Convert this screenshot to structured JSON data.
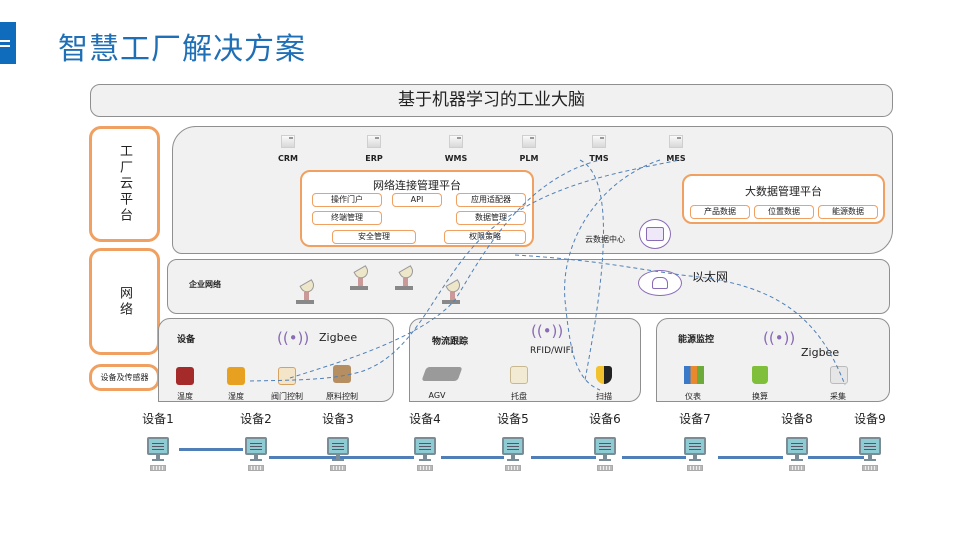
{
  "header": {
    "title": "智慧工厂解决方案",
    "menu_icon": "menu-icon"
  },
  "brain_bar": {
    "label": "基于机器学习的工业大脑"
  },
  "side_labels": {
    "cloud": "工厂云平台",
    "network": "网络",
    "devices": "设备及传感器"
  },
  "cloud_platform": {
    "systems": [
      "CRM",
      "ERP",
      "WMS",
      "PLM",
      "TMS",
      "MES"
    ],
    "network_mgmt": {
      "title": "网络连接管理平台",
      "items": [
        "操作门户",
        "API",
        "应用适配器",
        "终端管理",
        "数据管理",
        "安全管理",
        "权限策略"
      ]
    },
    "big_data": {
      "title": "大数据管理平台",
      "items": [
        "产品数据",
        "位置数据",
        "能源数据"
      ]
    },
    "cloud_dc_label": "云数据中心"
  },
  "network": {
    "enterprise_label": "企业网络",
    "ethernet_label": "以太网"
  },
  "groups": [
    {
      "title": "设备",
      "protocol": "Zigbee",
      "items": [
        "温度",
        "湿度",
        "阀门控制",
        "原料控制"
      ]
    },
    {
      "title": "物流跟踪",
      "protocol": "RFID/WIFI",
      "items": [
        "AGV",
        "托盘",
        "扫描"
      ]
    },
    {
      "title": "能源监控",
      "protocol": "Zigbee",
      "items": [
        "仪表",
        "换算",
        "采集"
      ]
    }
  ],
  "devices": [
    "设备1",
    "设备2",
    "设备3",
    "设备4",
    "设备5",
    "设备6",
    "设备7",
    "设备8",
    "设备9"
  ],
  "colors": {
    "accent": "#1f6fb6",
    "orange": "#f0a060",
    "link": "#4f7fb6",
    "dash": "#4f7fb6",
    "purple": "#8a6bb5"
  }
}
